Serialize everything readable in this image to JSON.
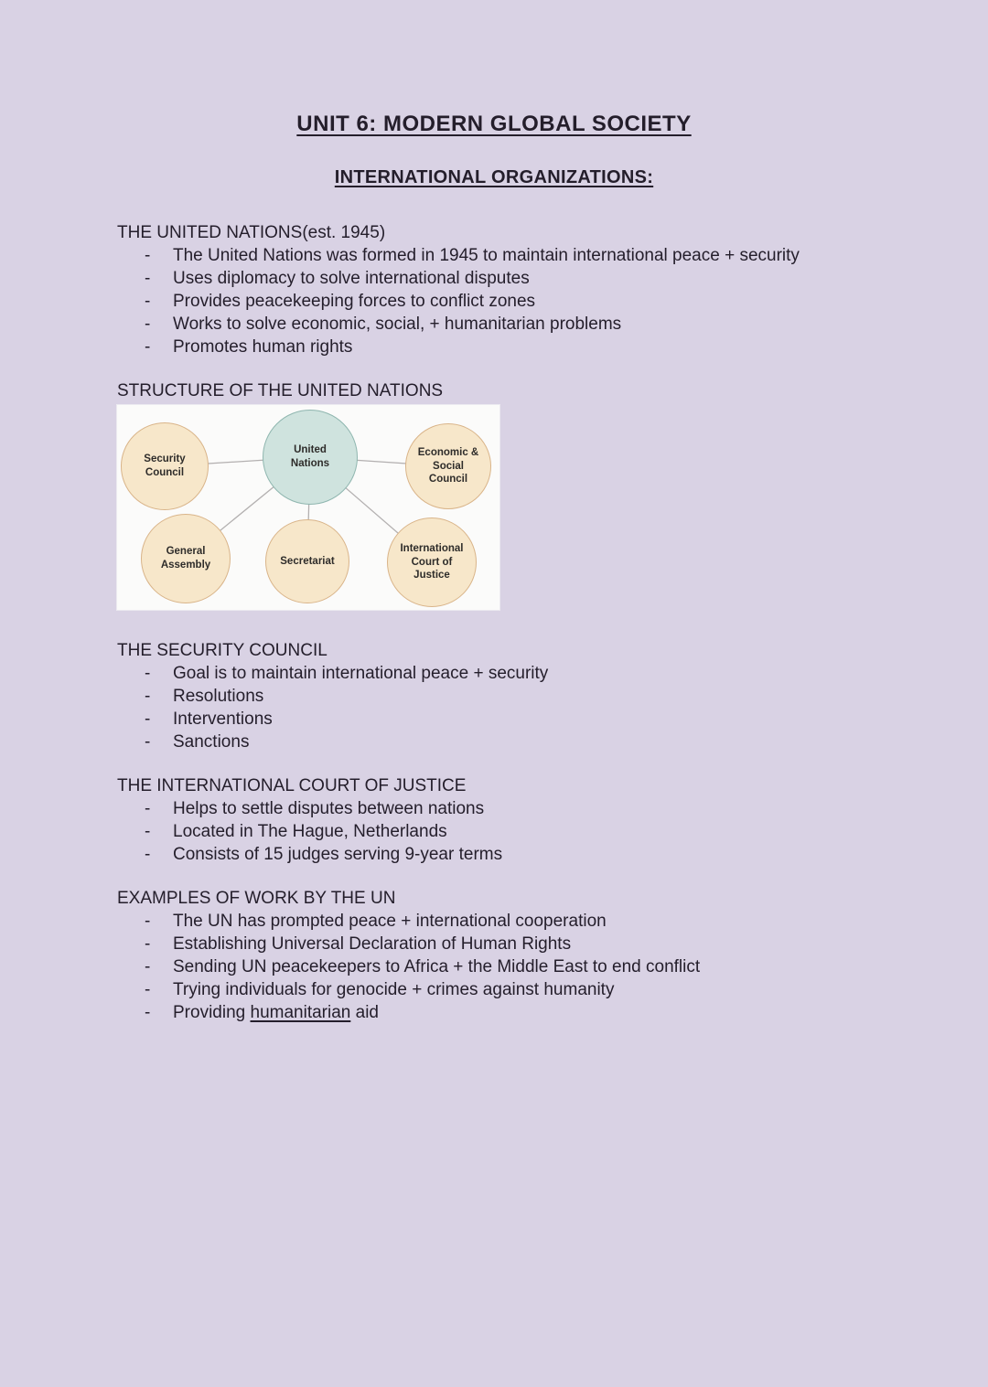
{
  "page": {
    "title": "UNIT 6: MODERN GLOBAL SOCIETY",
    "subtitle": "INTERNATIONAL ORGANIZATIONS:",
    "bullet_dash": "-"
  },
  "sections": {
    "united_nations": {
      "heading": "THE UNITED NATIONS(est. 1945)",
      "bullets": [
        "The United Nations was formed in 1945 to maintain international peace + security",
        "Uses diplomacy to solve international disputes",
        "Provides peacekeeping forces to conflict zones",
        "Works to solve economic, social, + humanitarian problems",
        "Promotes human rights"
      ]
    },
    "structure": {
      "heading": "STRUCTURE OF THE UNITED NATIONS"
    },
    "security_council": {
      "heading": "THE SECURITY COUNCIL",
      "bullets": [
        "Goal is to maintain international peace + security",
        "Resolutions",
        "Interventions",
        "Sanctions"
      ]
    },
    "court_of_justice": {
      "heading": "THE INTERNATIONAL COURT OF JUSTICE",
      "bullets": [
        "Helps to settle disputes between nations",
        "Located in The Hague, Netherlands",
        "Consists of 15 judges serving 9-year terms"
      ]
    },
    "examples": {
      "heading": "EXAMPLES OF WORK BY THE UN",
      "bullets": [
        "The UN has prompted peace + international cooperation",
        "Establishing Universal Declaration of Human Rights",
        "Sending UN peacekeepers to Africa + the Middle East to end conflict",
        "Trying individuals for genocide + crimes against humanity"
      ],
      "last_bullet": {
        "pre": "Providing ",
        "underlined": "humanitarian",
        "post": " aid"
      }
    }
  },
  "diagram": {
    "center_label": "United\nNations",
    "nodes": {
      "security_council": "Security\nCouncil",
      "economic_social": "Economic &\nSocial\nCouncil",
      "general_assembly": "General\nAssembly",
      "secretariat": "Secretariat",
      "court_of_justice": "International\nCourt of\nJustice"
    },
    "colors": {
      "background": "#fbfbfa",
      "center_fill": "#cfe3de",
      "center_stroke": "#8fb6af",
      "node_fill": "#f7e7ca",
      "node_stroke": "#d9b489",
      "connector_line": "#b3b0b0"
    }
  },
  "colors": {
    "page_background": "#d9d2e4",
    "text": "#241e2b"
  }
}
